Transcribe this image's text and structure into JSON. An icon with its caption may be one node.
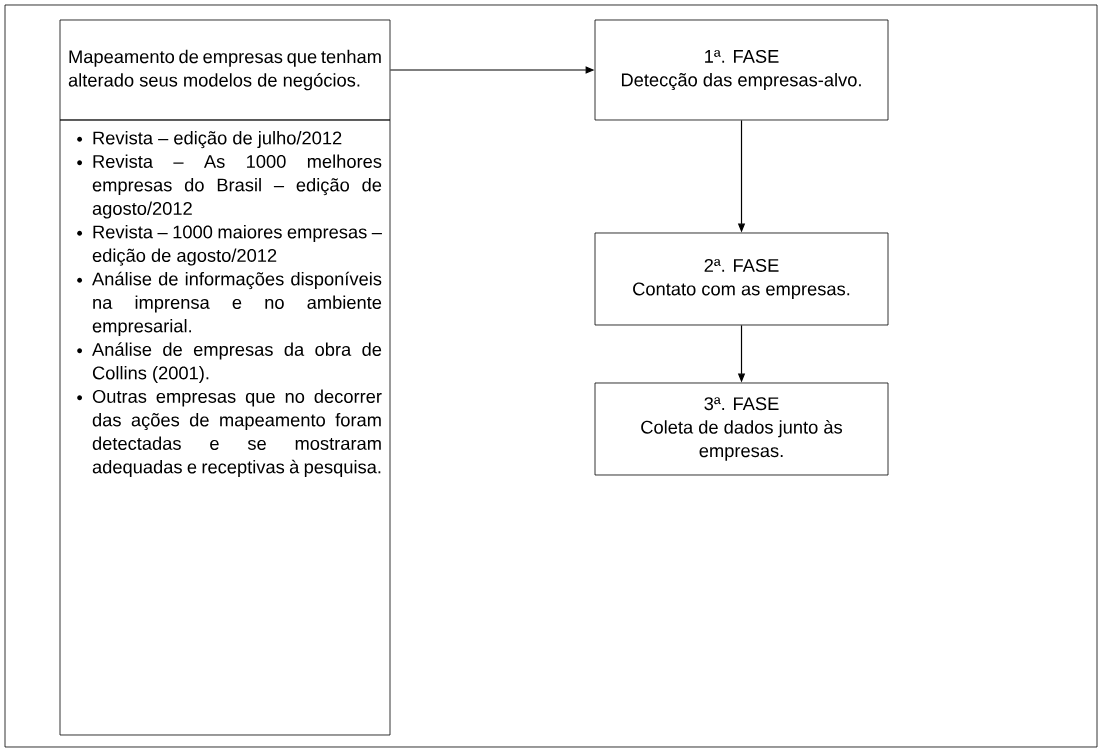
{
  "diagram": {
    "nodes": [
      {
        "text": [
          "Mapeamento de empresas que tenham alterado seus modelos de negócios."
        ]
      },
      {
        "text": [
          "Revista – edição de julho/2012",
          "Revista – As 1000 melhores empresas do Brasil – edição de agosto/2012",
          "Revista – 1000 maiores empresas – edição de agosto/2012",
          "Análise de informações disponíveis na imprensa e no ambiente empresarial.",
          "Análise de empresas da obra de Collins (2001).",
          "Outras empresas que no decorrer das ações de mapeamento foram detectadas e se mostraram adequadas e receptivas à pesquisa."
        ]
      },
      {
        "text": [
          "1ª. FASE",
          "Detecção das empresas-alvo."
        ]
      },
      {
        "text": [
          "2ª. FASE",
          "Contato com as empresas."
        ]
      },
      {
        "text": [
          "3ª. FASE",
          "Coleta de dados junto às empresas."
        ]
      }
    ],
    "edges": [
      {
        "from": 0,
        "to": 2,
        "arrow": "to"
      },
      {
        "from": 2,
        "to": 3,
        "arrow": "to"
      },
      {
        "from": 3,
        "to": 4,
        "arrow": "to"
      }
    ]
  }
}
